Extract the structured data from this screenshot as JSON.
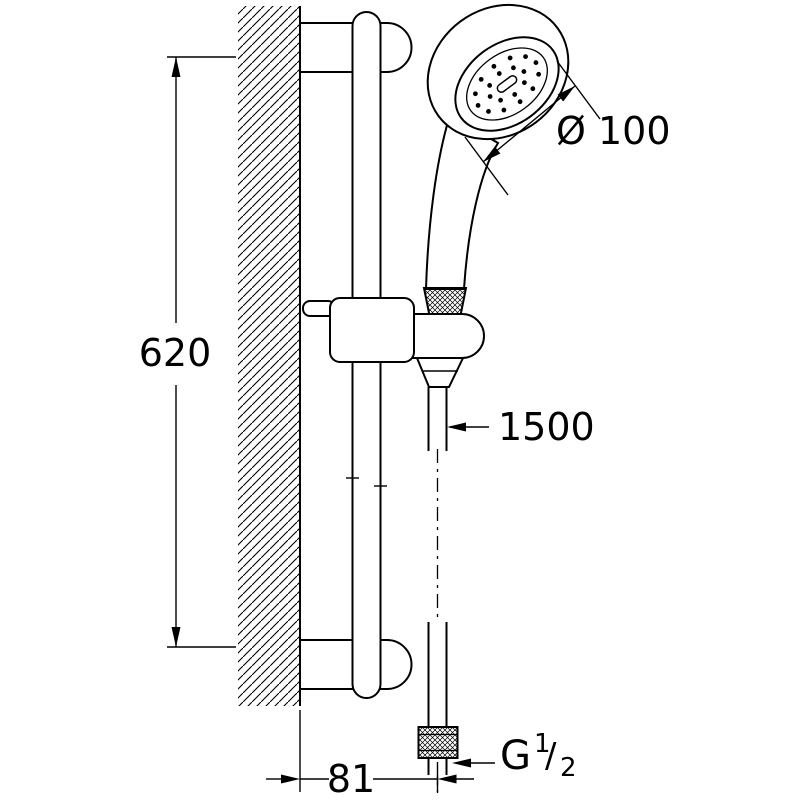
{
  "drawing": {
    "colors": {
      "line": "#000000",
      "background": "#ffffff"
    },
    "labels": {
      "rail_height": "620",
      "head_diameter": "Ø 100",
      "hose_length": "1500",
      "wall_offset": "81",
      "thread_prefix": "G",
      "thread_numerator": "1",
      "thread_slash": "/",
      "thread_denominator": "2"
    }
  }
}
